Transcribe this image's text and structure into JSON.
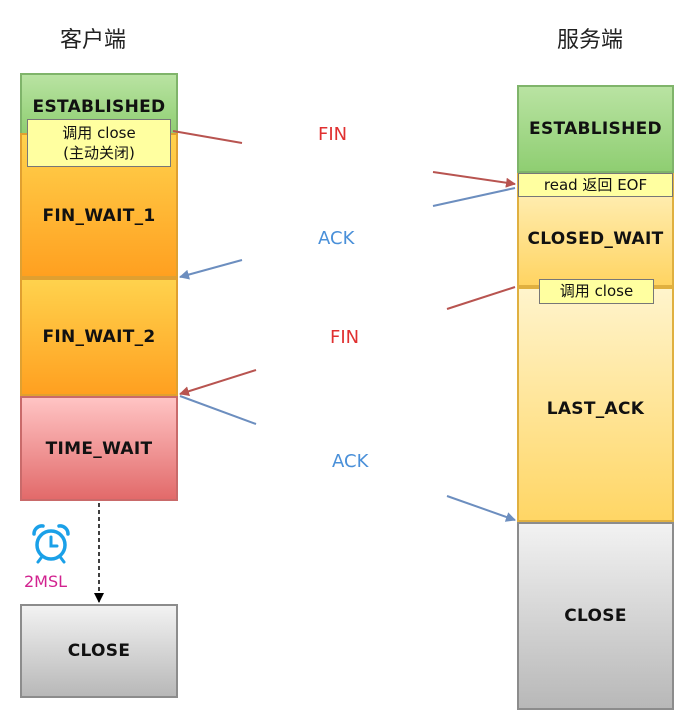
{
  "headers": {
    "client": "客户端",
    "server": "服务端"
  },
  "client_states": {
    "established": "ESTABLISHED",
    "fin_wait_1": "FIN_WAIT_1",
    "fin_wait_2": "FIN_WAIT_2",
    "time_wait": "TIME_WAIT",
    "close": "CLOSE"
  },
  "server_states": {
    "established": "ESTABLISHED",
    "closed_wait": "CLOSED_WAIT",
    "last_ack": "LAST_ACK",
    "close": "CLOSE"
  },
  "notes": {
    "client_call_close_line1": "调用 close",
    "client_call_close_line2": "(主动关闭)",
    "server_read_eof": "read 返回 EOF",
    "server_call_close": "调用 close"
  },
  "messages": {
    "fin_1": "FIN",
    "ack_1": "ACK",
    "fin_2": "FIN",
    "ack_2": "ACK"
  },
  "timer": {
    "label": "2MSL",
    "icon": "alarm-clock-icon"
  },
  "colors": {
    "fin_text": "#e03030",
    "ack_text": "#4a90d9",
    "fin_arrow": "#b85450",
    "ack_arrow": "#6c8ebf",
    "timer_text": "#d2228f"
  }
}
